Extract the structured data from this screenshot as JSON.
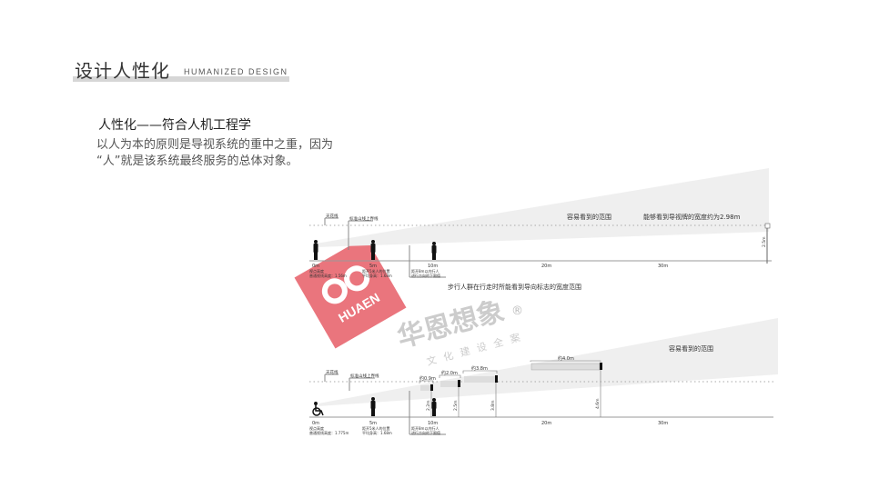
{
  "header": {
    "title_cn": "设计人性化",
    "title_en": "HUMANIZED DESIGN"
  },
  "intro": {
    "subtitle": "人性化——符合人机工程学",
    "body_line1": "以人为本的原则是导视系统的重中之重，因为",
    "body_line2": "“人”就是该系统最终服务的总体对象。"
  },
  "diagram_top": {
    "ticks": [
      "0m",
      "5m",
      "10m",
      "20m",
      "30m"
    ],
    "ceiling_label": "天花线",
    "upper_label": "标准山线上界线",
    "note_0": [
      "视点高度",
      "普通视线高度：1.56m"
    ],
    "note_5": [
      "距开5米人的位置",
      "平均身高：1.68m"
    ],
    "note_10": [
      "距开8m以内行人",
      "进行方向的下限值"
    ],
    "easy_label": "容易看到的范围",
    "width_label": "能够看到导视牌的宽度约为2.98m",
    "sign_height": "2.5m",
    "caption": "步行人群在行走时所能看到导向标志的宽度范围"
  },
  "diagram_bottom": {
    "ticks": [
      "0m",
      "5m",
      "10m",
      "20m",
      "30m"
    ],
    "ceiling_label": "天花线",
    "upper_label": "标准山线上界线",
    "note_0": [
      "视点高度",
      "普通视线高度：1.775m"
    ],
    "note_5": [
      "距开5米人的位置",
      "平均身高：1.68m"
    ],
    "note_10": [
      "距开8m以内行人",
      "进行方向的下限值"
    ],
    "widths": [
      "约0.9m",
      "约2.0m",
      "约3.8m",
      "约4.0m"
    ],
    "heights": [
      "2.2m",
      "2.5m",
      "3.8m",
      "4.6m"
    ],
    "easy_label": "容易看到的范围"
  },
  "watermark": {
    "brand_cn": "华恩想象",
    "tagline": "文化建设全案",
    "logo_text": "HUAEN",
    "reg": "®",
    "color": "#e8666f"
  }
}
